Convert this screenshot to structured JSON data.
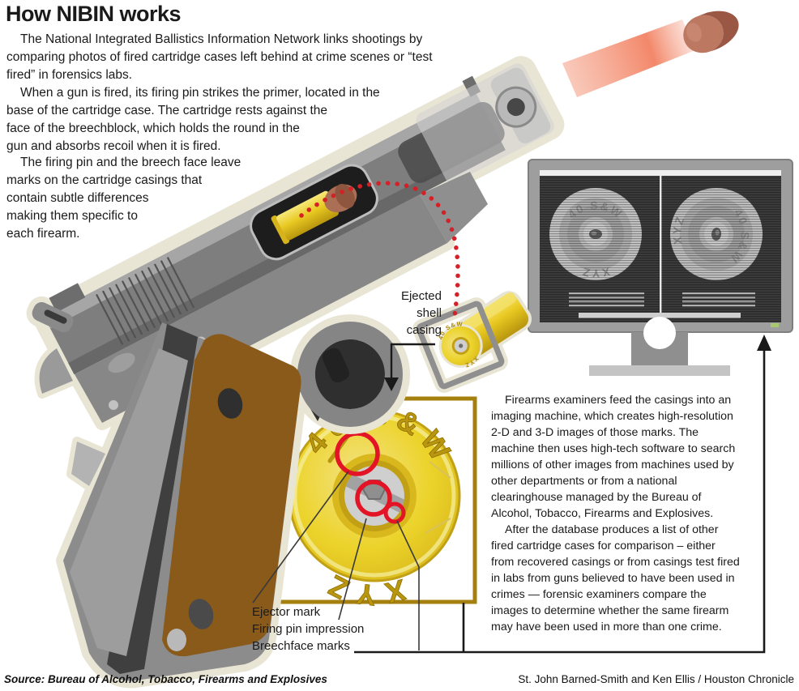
{
  "title": "How NIBIN works",
  "paragraphs": {
    "p1": [
      "The National Integrated Ballistics Information Network links shootings by",
      "comparing photos of fired cartridge cases left behind at crime scenes or “test",
      "fired” in forensics labs."
    ],
    "p2": [
      "When a gun is fired, its firing pin strikes the primer, located in the",
      "base of the cartridge case. The cartridge rests against the",
      "face of the breechblock, which holds the round in the",
      "gun and absorbs recoil when it is fired."
    ],
    "p3": [
      "The firing pin and the breech face leave",
      "marks on the cartridge casings that",
      "contain subtle differences",
      "making them specific to",
      "each firearm."
    ]
  },
  "right_column": {
    "p1": [
      "Firearms examiners feed the casings into an",
      "imaging machine, which creates high-resolution",
      "2-D and 3-D images of those marks. The",
      "machine then uses high-tech software to search",
      "millions of other images from machines used by",
      "other departments or from a national",
      "clearinghouse managed by the Bureau of",
      "Alcohol, Tobacco, Firearms and Explosives."
    ],
    "p2": [
      "After the database produces a list of other",
      "fired cartridge cases for comparison – either",
      "from recovered casings or from casings test fired",
      "in labs from guns believed to have been used in",
      "crimes — forensic examiners compare the",
      "images to determine whether the same firearm",
      "may have been used in more than one crime."
    ]
  },
  "labels": {
    "ejected_shell": [
      "Ejected",
      "shell",
      "casing"
    ],
    "ejector_mark": "Ejector mark",
    "firing_pin_impression": "Firing pin impression",
    "breechface_marks": "Breechface marks"
  },
  "stamp": {
    "caliber": "40 S&W",
    "headstamp": "XYZ"
  },
  "source": "Source: Bureau of Alcohol, Tobacco, Firearms and Explosives",
  "credit": "St. John Barned-Smith and Ken Ellis / Houston Chronicle",
  "icons": {
    "down_arrow": "arrow pointing to magnified casing",
    "up_arrow": "arrow pointing to imaging monitor",
    "power_led": "monitor power light"
  },
  "colors": {
    "accent_red": "#e31426",
    "brass_yellow": "#e9c922",
    "gold_border": "#a5800f",
    "cream_outline": "#e9e5d4",
    "gun_gray": "#7e7e7e",
    "grip_brown": "#8a5a1b",
    "copper": "#b5705a",
    "screen_dark": "#3c3c3c",
    "monitor_led_green": "#a8c870"
  }
}
